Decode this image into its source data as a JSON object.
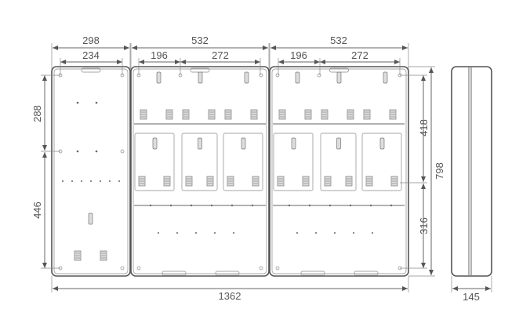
{
  "title": "Meter enclosure dimension drawing",
  "dimensions": {
    "left_width": "298",
    "left_hole_spacing": "234",
    "middle_width": "532",
    "middle_spacing_a": "196",
    "middle_spacing_b": "272",
    "right_width": "532",
    "right_spacing_a": "196",
    "right_spacing_b": "272",
    "left_upper_height": "288",
    "left_lower_height": "446",
    "right_upper_height": "418",
    "right_lower_height": "316",
    "total_height": "798",
    "total_width": "1362",
    "depth": "145"
  },
  "colors": {
    "line": "#555555",
    "fill": "#dddddd"
  }
}
